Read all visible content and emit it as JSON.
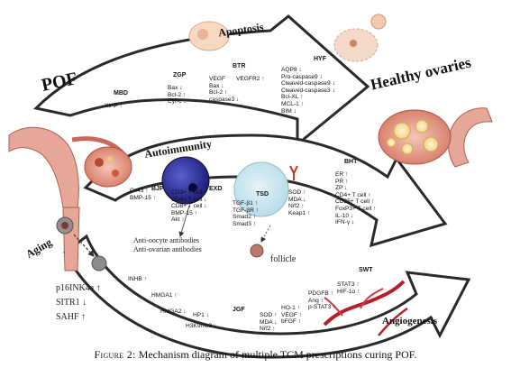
{
  "labels": {
    "pof": "POF",
    "healthy": "Healthy ovaries",
    "apoptosis": "Apoptosis",
    "autoimmunity": "Autoimmunity",
    "aging": "Aging",
    "angiogenesis": "Angiogenesis",
    "follicle": "follicle",
    "anti_oocyte": "Anti-oocyte antibodies",
    "anti_ovarian": "Anti-ovarian antibodies"
  },
  "prescriptions": {
    "mbd": "MBD",
    "zgp": "ZGP",
    "btr": "BTR",
    "hyf": "HYF",
    "bjp": "BJP",
    "exd": "EXD",
    "tsd": "TSD",
    "bht": "BHT",
    "jgf": "JGF",
    "swt": "SWT"
  },
  "lists": {
    "mbd": [
      "XIAP ↑"
    ],
    "zgp": [
      "Bax ↓",
      "Bcl-2 ↑",
      "Cyt-c ↓"
    ],
    "vegf1": [
      "VEGF",
      "Bax ↓",
      "Bcl-2 ↑",
      "caspase3 ↓"
    ],
    "vegfr2": [
      "VEGFR2 ↑"
    ],
    "hyf": [
      "AQP8 ↓",
      "Pro-caspase9 ↓",
      "Cleaved-caspase9 ↓",
      "Cleaved-caspase3 ↓",
      "Bcl-XL ↑",
      "MCL-1 ↑",
      "BIM ↓"
    ],
    "bjp": [
      "Cx43 ↑",
      "BMP-15 ↑"
    ],
    "exd_cells": [
      "CD3+ T cell ↑",
      "CD4+ T cell ↓",
      "CD8+ T cell ↓",
      "BMP-15 ↑",
      "Akt ↑"
    ],
    "tsd": [
      "TGF-β1 ↑",
      "TGF-βR ↑",
      "Smad2 ↑",
      "Smad3 ↑"
    ],
    "tsd_right": [
      "SOD ↑",
      "MDA ↓",
      "Nrf2 ↑",
      "Keap1 ↑"
    ],
    "bht": [
      "ER ↑",
      "PR ↑",
      "ZP ↓",
      "CD4+ T cell ↑",
      "CD25+ T cell ↑",
      "FoxP3+ T cell ↑",
      "IL-10 ↓",
      "IFN-γ ↓"
    ],
    "aging": [
      "p16INK4a ↑",
      "SITR1 ↓",
      "SAHF ↑"
    ],
    "inhb": [
      "INHB ↑"
    ],
    "hmga1": [
      "HMGA1 ↑"
    ],
    "hmga2": [
      "HMGA2 ↓"
    ],
    "hp1": [
      "HP1 ↓"
    ],
    "h3k9": [
      "H3K9me3 ↓"
    ],
    "jgf_mid": [
      "SOD ↑",
      "MDA ↓",
      "Nrf2 ↑"
    ],
    "jgf_right": [
      "HO-1 ↑",
      "VEGF ↑",
      "bFGF ↑"
    ],
    "swt": [
      "PDGFB ↑",
      "Ang ↑",
      "p-STAT3 ↑"
    ],
    "stat": [
      "STAT3 ↑",
      "HIF-1α ↑"
    ]
  },
  "caption": {
    "figure": "Figure 2:",
    "text": "Mechanism diagram of multiple TCM prescriptions curing POF."
  }
}
